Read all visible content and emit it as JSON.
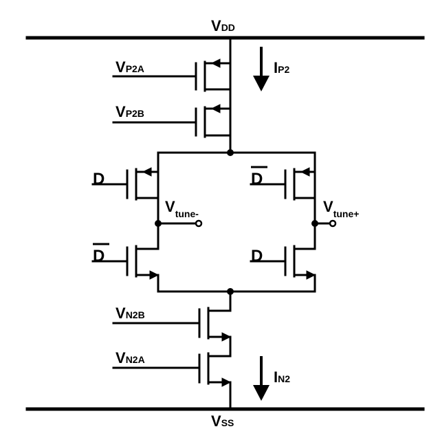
{
  "rails": {
    "top": {
      "main": "V",
      "sub": "DD"
    },
    "bottom": {
      "main": "V",
      "sub": "SS"
    }
  },
  "bias": {
    "vp2a": {
      "main": "V",
      "sub": "P2A"
    },
    "vp2b": {
      "main": "V",
      "sub": "P2B"
    },
    "vn2b": {
      "main": "V",
      "sub": "N2B"
    },
    "vn2a": {
      "main": "V",
      "sub": "N2A"
    }
  },
  "currents": {
    "ip2": {
      "main": "I",
      "sub": "P2"
    },
    "in2": {
      "main": "I",
      "sub": "N2"
    }
  },
  "switches": {
    "left_top": "D",
    "left_bottom": "D",
    "right_top": "D",
    "right_bottom": "D"
  },
  "outputs": {
    "minus": {
      "main": "V",
      "sub": "tune-"
    },
    "plus": {
      "main": "V",
      "sub": "tune+"
    }
  }
}
